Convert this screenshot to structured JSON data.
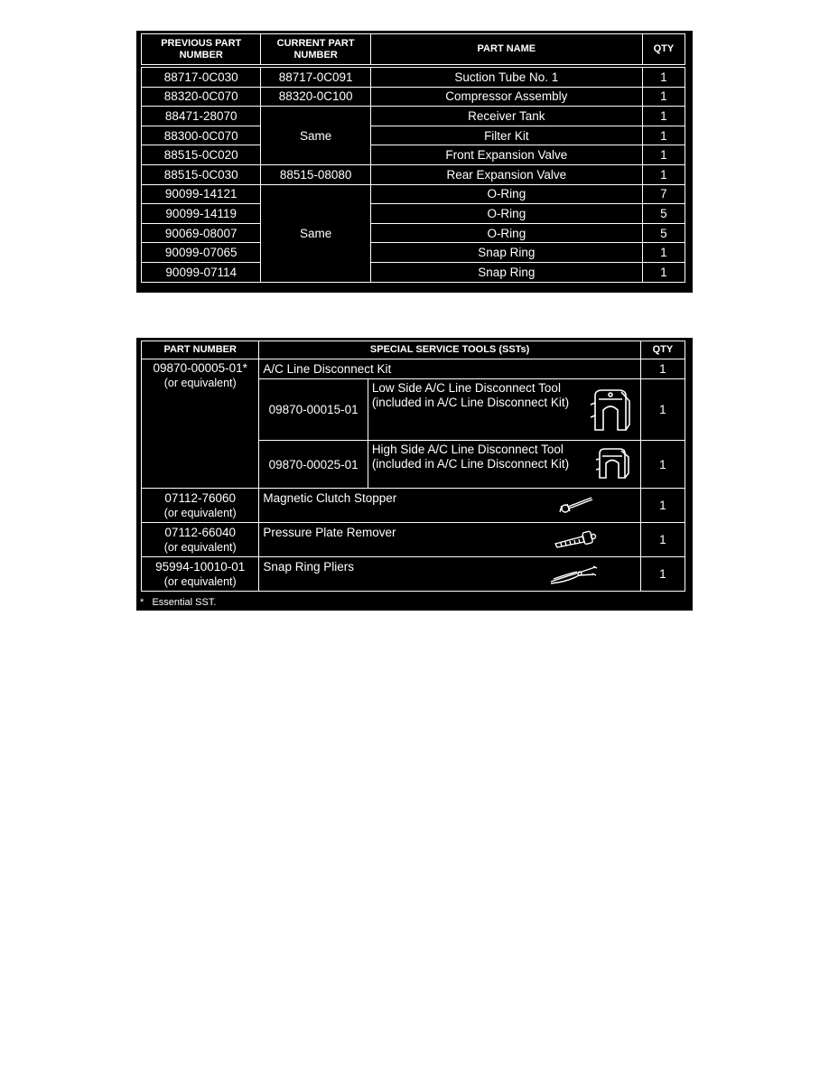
{
  "parts_table": {
    "headers": {
      "previous": "PREVIOUS PART NUMBER",
      "current": "CURRENT PART NUMBER",
      "name": "PART NAME",
      "qty": "QTY"
    },
    "rows": [
      {
        "previous": "88717-0C030",
        "current": "88717-0C091",
        "name": "Suction Tube No. 1",
        "qty": "1"
      },
      {
        "previous": "88320-0C070",
        "current": "88320-0C100",
        "name": "Compressor Assembly",
        "qty": "1"
      },
      {
        "previous": "88471-28070",
        "current": "Same",
        "name": "Receiver Tank",
        "qty": "1"
      },
      {
        "previous": "88300-0C070",
        "current": "",
        "name": "Filter Kit",
        "qty": "1"
      },
      {
        "previous": "88515-0C020",
        "current": "",
        "name": "Front Expansion Valve",
        "qty": "1"
      },
      {
        "previous": "88515-0C030",
        "current": "88515-08080",
        "name": "Rear Expansion Valve",
        "qty": "1"
      },
      {
        "previous": "90099-14121",
        "current": "Same",
        "name": "O-Ring",
        "qty": "7"
      },
      {
        "previous": "90099-14119",
        "current": "",
        "name": "O-Ring",
        "qty": "5"
      },
      {
        "previous": "90069-08007",
        "current": "",
        "name": "O-Ring",
        "qty": "5"
      },
      {
        "previous": "90099-07065",
        "current": "",
        "name": "Snap Ring",
        "qty": "1"
      },
      {
        "previous": "90099-07114",
        "current": "",
        "name": "Snap Ring",
        "qty": "1"
      }
    ]
  },
  "sst_table": {
    "headers": {
      "part": "PART NUMBER",
      "tools": "SPECIAL SERVICE TOOLS (SSTs)",
      "qty": "QTY"
    },
    "kit": {
      "part": "09870-00005-01*",
      "part_note": "(or equivalent)",
      "name": "A/C Line Disconnect Kit",
      "qty": "1",
      "subtools": [
        {
          "part": "09870-00015-01",
          "name_line1": "Low Side A/C Line Disconnect Tool",
          "name_line2": "(included in A/C Line Disconnect Kit)",
          "qty": "1",
          "icon": "low-side-disconnect-tool-icon"
        },
        {
          "part": "09870-00025-01",
          "name_line1": "High Side A/C Line Disconnect Tool",
          "name_line2": "(included in A/C Line Disconnect Kit)",
          "qty": "1",
          "icon": "high-side-disconnect-tool-icon"
        }
      ]
    },
    "tools": [
      {
        "part": "07112-76060",
        "part_note": "(or equivalent)",
        "name": "Magnetic Clutch Stopper",
        "qty": "1",
        "icon": "clutch-stopper-icon"
      },
      {
        "part": "07112-66040",
        "part_note": "(or equivalent)",
        "name": "Pressure Plate Remover",
        "qty": "1",
        "icon": "plate-remover-icon"
      },
      {
        "part": "95994-10010-01",
        "part_note": "(or equivalent)",
        "name": "Snap Ring Pliers",
        "qty": "1",
        "icon": "pliers-icon"
      }
    ],
    "footnote": "*   Essential SST."
  }
}
